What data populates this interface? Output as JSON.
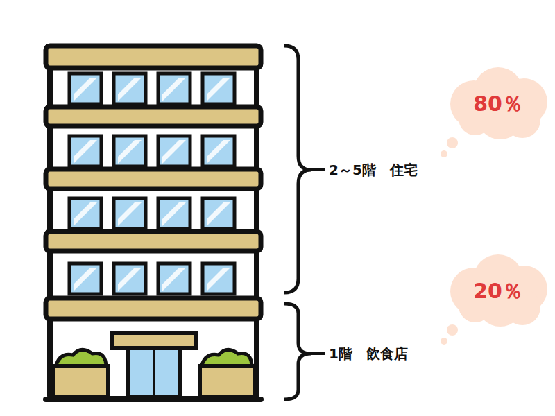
{
  "diagram": {
    "nodes": [
      {
        "text": [
          "80％"
        ]
      },
      {
        "text": [
          "20％"
        ]
      }
    ],
    "labels": [
      "2～5階　住宅",
      "1階　飲食店"
    ]
  }
}
